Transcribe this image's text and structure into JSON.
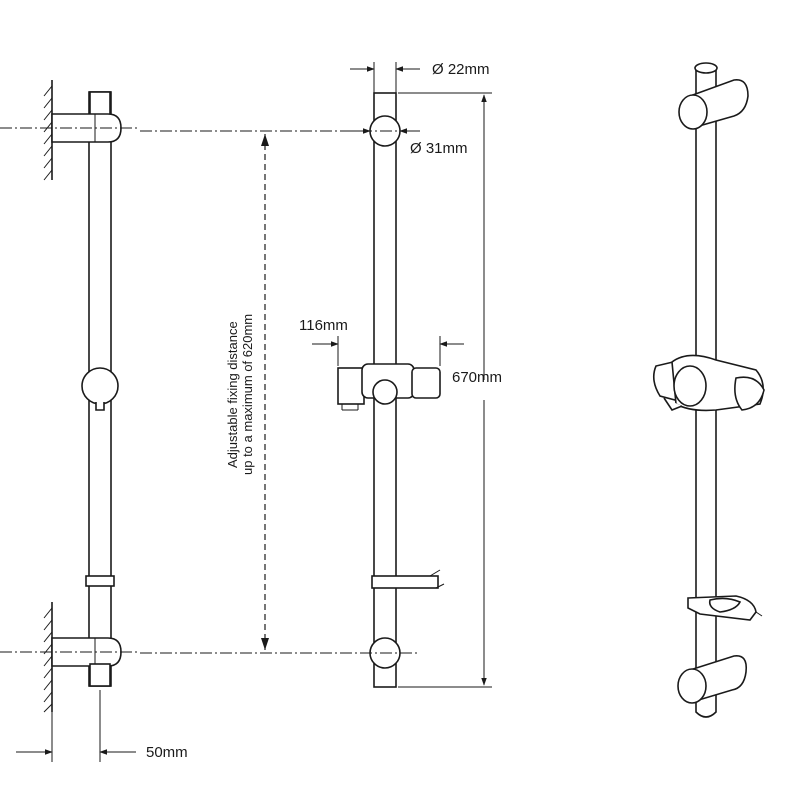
{
  "dimensions": {
    "rail_diameter": "Ø 22mm",
    "bracket_diameter": "Ø 31mm",
    "holder_width": "116mm",
    "total_height": "670mm",
    "wall_projection": "50mm",
    "fixing_distance_line1": "Adjustable fixing distance",
    "fixing_distance_line2": "up to a maximum of 620mm"
  },
  "colors": {
    "line": "#1a1a1a",
    "background": "#ffffff"
  }
}
